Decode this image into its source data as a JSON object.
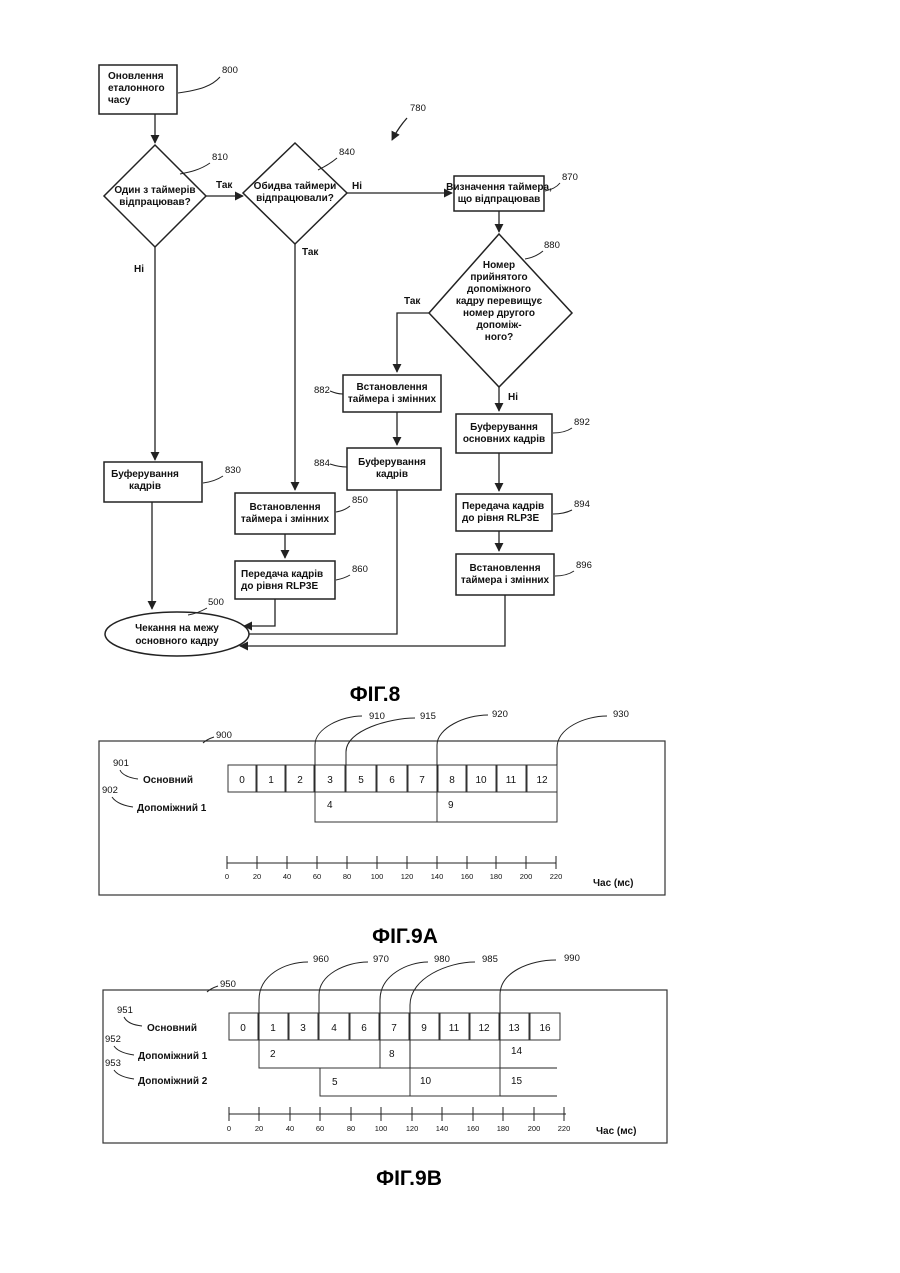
{
  "fig8": {
    "caption": "ФІГ.8",
    "ref_780": "780",
    "n800": {
      "lines": [
        "Оновлення",
        "еталонного",
        "часу"
      ],
      "ref": "800"
    },
    "n810": {
      "lines": [
        "Один з таймерів",
        "відпрацював?"
      ],
      "ref": "810"
    },
    "n840": {
      "lines": [
        "Обидва таймери",
        "відпрацювали?"
      ],
      "ref": "840"
    },
    "n870": {
      "lines": [
        "Визначення таймера,",
        "що відпрацював"
      ],
      "ref": "870"
    },
    "n880": {
      "lines": [
        "Номер",
        "прийнятого",
        "допоміжного",
        "кадру перевищує",
        "номер другого",
        "допоміж-",
        "ного?"
      ],
      "ref": "880"
    },
    "n882": {
      "lines": [
        "Встановлення",
        "таймера і змінних"
      ],
      "ref": "882"
    },
    "n884": {
      "lines": [
        "Буферування",
        "кадрів"
      ],
      "ref": "884"
    },
    "n892": {
      "lines": [
        "Буферування",
        "основних кадрів"
      ],
      "ref": "892"
    },
    "n894": {
      "lines": [
        "Передача кадрів",
        "до рівня RLP3E"
      ],
      "ref": "894"
    },
    "n896": {
      "lines": [
        "Встановлення",
        "таймера і змінних"
      ],
      "ref": "896"
    },
    "n830": {
      "lines": [
        "Буферування",
        "кадрів"
      ],
      "ref": "830"
    },
    "n850": {
      "lines": [
        "Встановлення",
        "таймера і змінних"
      ],
      "ref": "850"
    },
    "n860": {
      "lines": [
        "Передача кадрів",
        "до рівня RLP3E"
      ],
      "ref": "860"
    },
    "n500": {
      "lines": [
        "Чекання на межу",
        "основного кадру"
      ],
      "ref": "500"
    },
    "yes": "Так",
    "no": "Ні"
  },
  "fig9a": {
    "caption": "ФІГ.9А",
    "ref": "900",
    "row1": {
      "ref": "901",
      "label": "Основний",
      "cells": [
        "0",
        "1",
        "2",
        "3",
        "5",
        "6",
        "7",
        "8",
        "10",
        "11",
        "12"
      ]
    },
    "row2": {
      "ref": "902",
      "label": "Допоміжний 1",
      "cells": [
        "4",
        "9"
      ]
    },
    "markers": [
      "910",
      "915",
      "920",
      "930"
    ],
    "axis": {
      "ticks": [
        "0",
        "20",
        "40",
        "60",
        "80",
        "100",
        "120",
        "140",
        "160",
        "180",
        "200",
        "220"
      ],
      "label": "Час (мс)"
    }
  },
  "fig9b": {
    "caption": "ФІГ.9В",
    "ref": "950",
    "row1": {
      "ref": "951",
      "label": "Основний",
      "cells": [
        "0",
        "1",
        "3",
        "4",
        "6",
        "7",
        "9",
        "11",
        "12",
        "13",
        "16"
      ]
    },
    "row2": {
      "ref": "952",
      "label": "Допоміжний 1",
      "cells": [
        "2",
        "8",
        "14"
      ]
    },
    "row3": {
      "ref": "953",
      "label": "Допоміжний 2",
      "cells": [
        "5",
        "10",
        "15"
      ]
    },
    "markers": [
      "960",
      "970",
      "980",
      "985",
      "990"
    ],
    "axis": {
      "ticks": [
        "0",
        "20",
        "40",
        "60",
        "80",
        "100",
        "120",
        "140",
        "160",
        "180",
        "200",
        "220"
      ],
      "label": "Час (мс)"
    }
  }
}
